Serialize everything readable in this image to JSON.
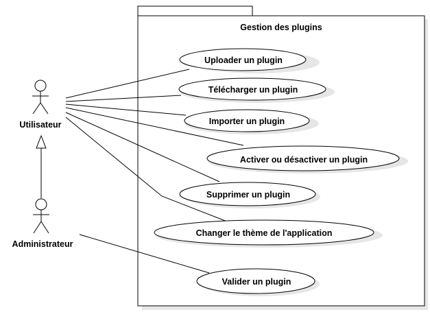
{
  "package": {
    "title": "Gestion des plugins"
  },
  "actors": [
    {
      "id": "utilisateur",
      "label": "Utilisateur"
    },
    {
      "id": "administrateur",
      "label": "Administrateur"
    }
  ],
  "use_cases": [
    {
      "id": "uploader",
      "label": "Uploader un plugin"
    },
    {
      "id": "telecharger",
      "label": "Télécharger un plugin"
    },
    {
      "id": "importer",
      "label": "Importer un plugin"
    },
    {
      "id": "activer",
      "label": "Activer ou désactiver un plugin"
    },
    {
      "id": "supprimer",
      "label": "Supprimer un plugin"
    },
    {
      "id": "changer-theme",
      "label": "Changer le thème de l'application"
    },
    {
      "id": "valider",
      "label": "Valider un plugin"
    }
  ],
  "associations": [
    {
      "from": "utilisateur",
      "to": "uploader"
    },
    {
      "from": "utilisateur",
      "to": "telecharger"
    },
    {
      "from": "utilisateur",
      "to": "importer"
    },
    {
      "from": "utilisateur",
      "to": "activer"
    },
    {
      "from": "utilisateur",
      "to": "supprimer"
    },
    {
      "from": "utilisateur",
      "to": "changer-theme"
    },
    {
      "from": "administrateur",
      "to": "valider"
    }
  ],
  "generalizations": [
    {
      "child": "administrateur",
      "parent": "utilisateur"
    }
  ]
}
